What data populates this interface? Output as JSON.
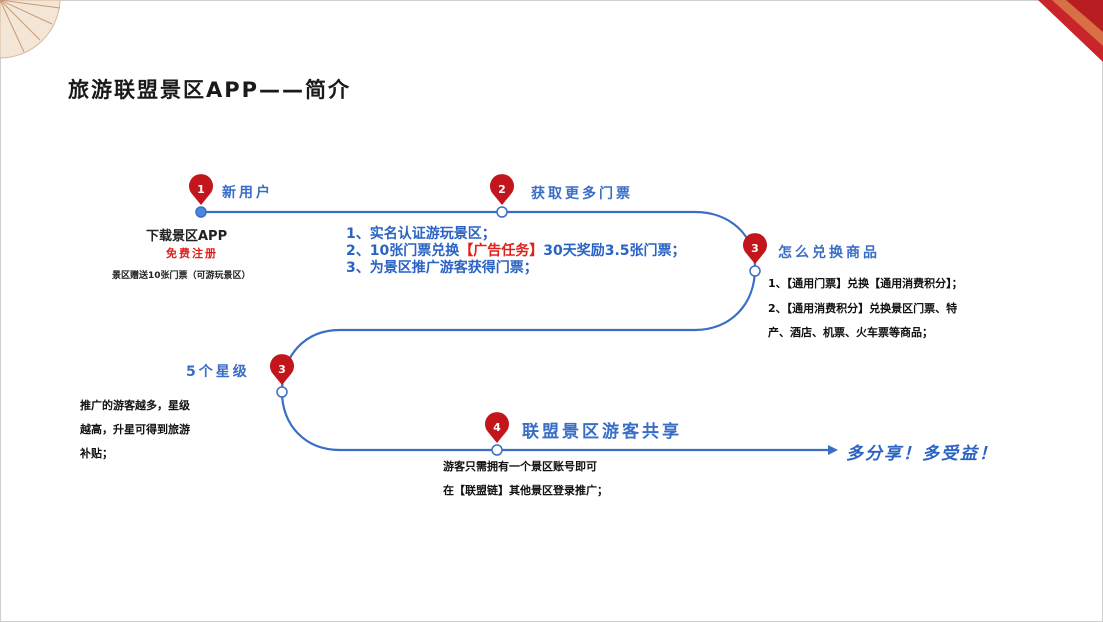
{
  "title": "旅游联盟景区APP——简介",
  "colors": {
    "path": "#3a6ec6",
    "marker": "#c2151c",
    "accent_red": "#e0201c"
  },
  "steps": [
    {
      "num": "1",
      "label": "新用户"
    },
    {
      "num": "2",
      "label": "获取更多门票"
    },
    {
      "num": "3",
      "label": "怎么兑换商品"
    },
    {
      "num": "3",
      "label": "5个星级"
    },
    {
      "num": "4",
      "label": "联盟景区游客共享"
    }
  ],
  "step1": {
    "line1": "下载景区APP",
    "line2": "免费注册",
    "line3": "景区赠送10张门票（可游玩景区）"
  },
  "step2": {
    "item1": "1、实名认证游玩景区；",
    "item2_prefix": "2、10张门票兑换",
    "item2_red": "【广告任务】",
    "item2_suffix": "30天奖励3.5张门票；",
    "item3": "3、为景区推广游客获得门票；"
  },
  "step3": {
    "item1": "1、【通用门票】兑换【通用消费积分】；",
    "item2a": "2、【通用消费积分】兑换景区门票、特",
    "item2b": "产、酒店、机票、火车票等商品；"
  },
  "stars": {
    "line1": "推广的游客越多，星级",
    "line2": "越高，升星可得到旅游",
    "line3": "补贴；"
  },
  "step4": {
    "line1": "游客只需拥有一个景区账号即可",
    "line2": "在【联盟链】其他景区登录推广；"
  },
  "final_text": "多分享！多受益！"
}
